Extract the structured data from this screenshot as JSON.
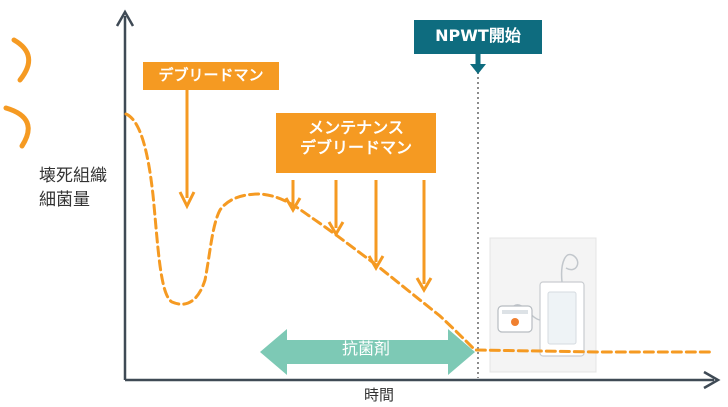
{
  "diagram": {
    "y_axis_label": "壊死組織\n細菌量",
    "x_axis_label": "時間",
    "labels": {
      "debridement": "デブリードマン",
      "maintenance_debridement": "メンテナンス\nデブリードマン",
      "npwt_start": "NPWT開始",
      "antibacterial": "抗菌剤"
    },
    "colors": {
      "orange": "#F59A22",
      "teal": "#0E6C7F",
      "light_teal": "#7DC9B5",
      "axis": "#3f4a55",
      "dotted_line": "#8c8c8c"
    }
  }
}
